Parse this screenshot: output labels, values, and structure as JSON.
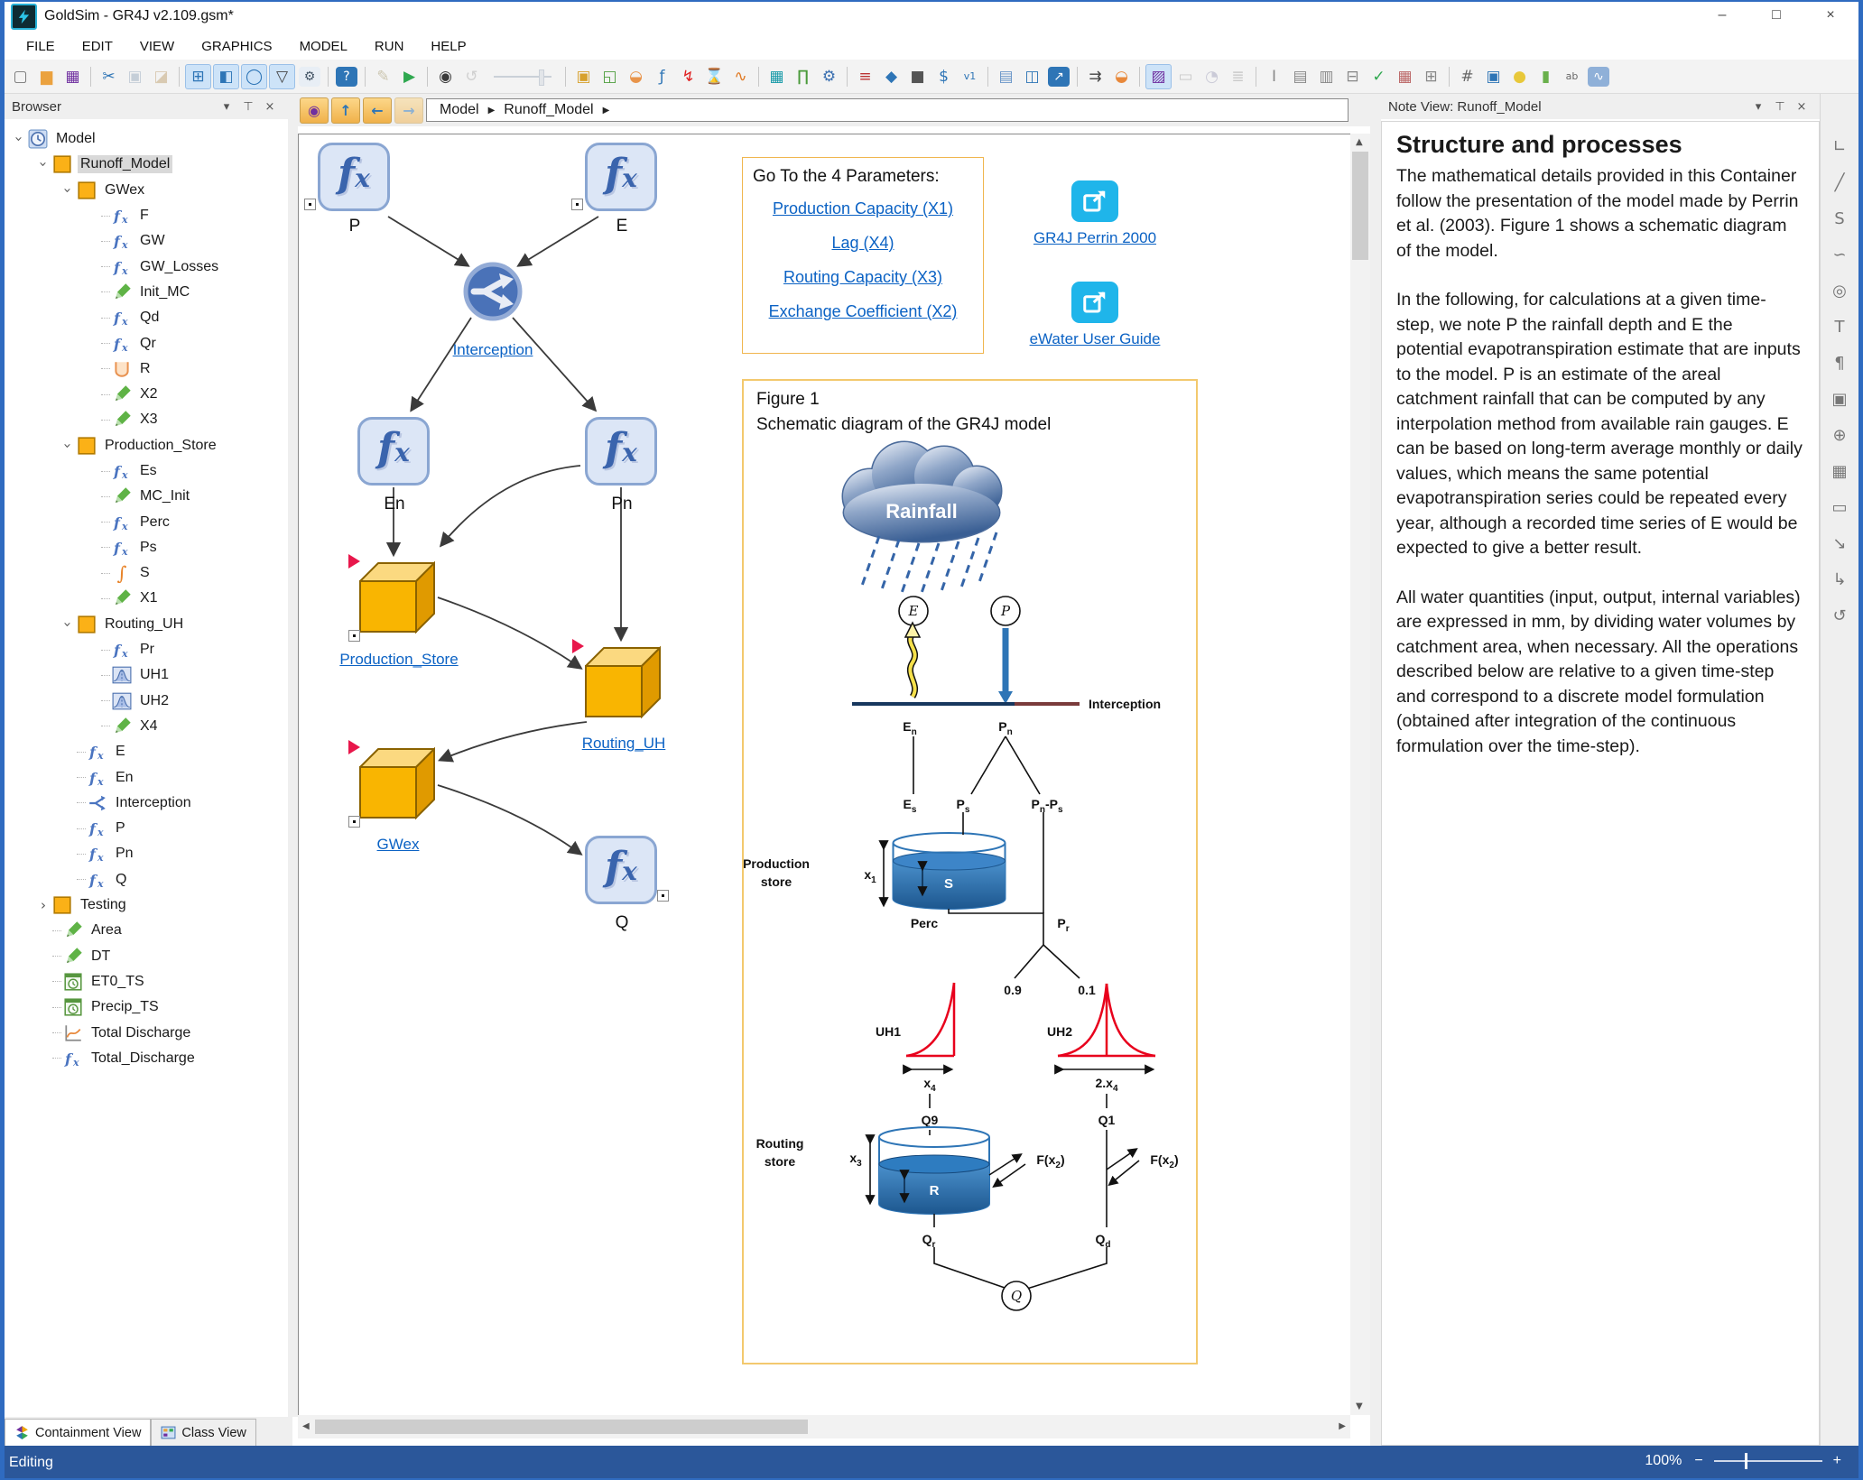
{
  "window": {
    "title": "GoldSim  - GR4J v2.109.gsm*",
    "minimize": "–",
    "maximize": "□",
    "close": "×"
  },
  "menu_bar": {
    "items": [
      "FILE",
      "EDIT",
      "VIEW",
      "GRAPHICS",
      "MODEL",
      "RUN",
      "HELP"
    ]
  },
  "colors": {
    "accent_blue": "#2b579a",
    "hyperlink": "#0b62c4",
    "container_orange": "#f9b501",
    "run_green": "#2fa84f",
    "event_red": "#e02020",
    "link_cyan": "#1fb5ea",
    "gold_border": "#f0b64f",
    "cube_front": "#f9b501",
    "uh_curve_red": "#e8001c"
  },
  "toolbar": {
    "items": [
      {
        "name": "new-document-icon",
        "glyph": "▢",
        "fg": "#777"
      },
      {
        "name": "open-folder-icon",
        "glyph": "▆",
        "fg": "#eba23f"
      },
      {
        "name": "save-icon",
        "glyph": "▦",
        "fg": "#7030a0"
      },
      {
        "sep": true
      },
      {
        "name": "cut-icon",
        "glyph": "✂",
        "fg": "#2e75b6"
      },
      {
        "name": "copy-icon",
        "glyph": "▣",
        "fg": "#7d93ad",
        "disabled": true
      },
      {
        "name": "paste-icon",
        "glyph": "◪",
        "fg": "#b08a4a",
        "disabled": true
      },
      {
        "sep": true
      },
      {
        "name": "browser-panel-icon",
        "glyph": "⊞",
        "fg": "#2e75b6",
        "pressed": true
      },
      {
        "name": "note-panel-icon",
        "glyph": "◧",
        "fg": "#2e75b6",
        "pressed": true
      },
      {
        "name": "zoom-tool-icon",
        "glyph": "◯",
        "fg": "#2e75b6",
        "pressed": true
      },
      {
        "name": "filter-icon",
        "glyph": "▽",
        "fg": "#444",
        "pressed": true
      },
      {
        "name": "options-gear-icon",
        "glyph": "⚙",
        "fg": "#456",
        "chip": "#e8eef5"
      },
      {
        "sep": true
      },
      {
        "name": "help-icon",
        "glyph": "?",
        "fg": "#fff",
        "chip": "#2e75b6"
      },
      {
        "sep": true
      },
      {
        "name": "edit-appearance-icon",
        "glyph": "✎",
        "fg": "#8a7a40",
        "disabled": true
      },
      {
        "name": "run-model-icon",
        "glyph": "▶",
        "fg": "#2fa84f"
      },
      {
        "sep": true
      },
      {
        "name": "end-run-icon",
        "glyph": "◉",
        "fg": "#3a3a3a"
      },
      {
        "name": "reset-run-icon",
        "glyph": "↺",
        "fg": "#999",
        "disabled": true
      },
      {
        "name": "time-slider",
        "slider": true,
        "disabled": true
      },
      {
        "sep": true
      },
      {
        "name": "container-element-icon",
        "glyph": "▣",
        "fg": "#d7a12c"
      },
      {
        "name": "subsystem-element-icon",
        "glyph": "◱",
        "fg": "#4f9e3f"
      },
      {
        "name": "stock-element-icon",
        "glyph": "◒",
        "fg": "#e8944a"
      },
      {
        "name": "expression-element-icon",
        "glyph": "ƒ",
        "fg": "#2e75b6"
      },
      {
        "name": "event-element-icon",
        "glyph": "↯",
        "fg": "#e02020"
      },
      {
        "name": "delay-element-icon",
        "glyph": "⌛",
        "fg": "#666"
      },
      {
        "name": "lookup-element-icon",
        "glyph": "∿",
        "fg": "#e07820"
      },
      {
        "sep": true
      },
      {
        "name": "submodel-element-icon",
        "glyph": "▦",
        "fg": "#189aa8"
      },
      {
        "name": "pool-element-icon",
        "glyph": "∏",
        "fg": "#4a9a3a"
      },
      {
        "name": "trigger-element-icon",
        "glyph": "⚙",
        "fg": "#3a6fb0"
      },
      {
        "sep": true
      },
      {
        "name": "list-element-icon",
        "glyph": "≡",
        "fg": "#b33"
      },
      {
        "name": "note-tag-icon",
        "glyph": "◆",
        "fg": "#2e75b6"
      },
      {
        "name": "case-element-icon",
        "glyph": "■",
        "fg": "#555"
      },
      {
        "name": "financial-element-icon",
        "glyph": "$",
        "fg": "#2e75b6"
      },
      {
        "name": "version-element-icon",
        "glyph": "v1",
        "fg": "#2e75b6"
      },
      {
        "sep": true
      },
      {
        "name": "arrange-icon",
        "glyph": "▤",
        "fg": "#6a96c8"
      },
      {
        "name": "split-container-icon",
        "glyph": "◫",
        "fg": "#2e75b6"
      },
      {
        "name": "result-chart-icon",
        "glyph": "↗",
        "fg": "#fff",
        "chip": "#2e75b6"
      },
      {
        "sep": true
      },
      {
        "name": "indent-list-icon",
        "glyph": "⇉",
        "fg": "#444"
      },
      {
        "name": "database-icon",
        "glyph": "◒",
        "fg": "#e8883a"
      },
      {
        "sep": true
      },
      {
        "name": "insert-image-icon",
        "glyph": "▨",
        "fg": "#7030a0",
        "pressed": true
      },
      {
        "name": "insert-rectangle-icon",
        "glyph": "▭",
        "fg": "#888",
        "disabled": true
      },
      {
        "name": "insert-clock-icon",
        "glyph": "◔",
        "fg": "#88a",
        "disabled": true
      },
      {
        "name": "insert-numbered-list-icon",
        "glyph": "≣",
        "fg": "#888",
        "disabled": true
      },
      {
        "sep": true
      },
      {
        "name": "control-textbox-icon",
        "glyph": "I",
        "fg": "#888"
      },
      {
        "name": "control-listbox-icon",
        "glyph": "▤",
        "fg": "#888"
      },
      {
        "name": "control-combobox-icon",
        "glyph": "▥",
        "fg": "#888"
      },
      {
        "name": "control-slider-icon",
        "glyph": "⊟",
        "fg": "#888"
      },
      {
        "name": "control-checkbox-icon",
        "glyph": "✓",
        "fg": "#2fa84f"
      },
      {
        "name": "control-datepicker-icon",
        "glyph": "▦",
        "fg": "#b66"
      },
      {
        "name": "control-grid-icon",
        "glyph": "⊞",
        "fg": "#888"
      },
      {
        "sep": true
      },
      {
        "name": "display-number-icon",
        "glyph": "#",
        "fg": "#666"
      },
      {
        "name": "display-digital-icon",
        "glyph": "▣",
        "fg": "#2e75b6"
      },
      {
        "name": "indicator-bulb-icon",
        "glyph": "●",
        "fg": "#e8c83a"
      },
      {
        "name": "status-display-icon",
        "glyph": "▮",
        "fg": "#6ab04c"
      },
      {
        "name": "text-display-icon",
        "glyph": "ab",
        "fg": "#666"
      },
      {
        "name": "chart-display-icon",
        "glyph": "∿",
        "fg": "#fff",
        "chip": "#8fb0d8"
      }
    ]
  },
  "browser_panel": {
    "title": "Browser",
    "header_icons": {
      "dropdown": "▾",
      "pin": "⊤",
      "close": "×"
    },
    "tree": [
      {
        "label": "Model",
        "type": "model",
        "depth": 0,
        "expander": "open"
      },
      {
        "label": "Runoff_Model",
        "type": "container",
        "depth": 1,
        "expander": "open",
        "selected": true
      },
      {
        "label": "GWex",
        "type": "container",
        "depth": 2,
        "expander": "open"
      },
      {
        "label": "F",
        "type": "fx",
        "depth": 3
      },
      {
        "label": "GW",
        "type": "fx",
        "depth": 3
      },
      {
        "label": "GW_Losses",
        "type": "fx",
        "depth": 3
      },
      {
        "label": "Init_MC",
        "type": "data",
        "depth": 3
      },
      {
        "label": "Qd",
        "type": "fx",
        "depth": 3
      },
      {
        "label": "Qr",
        "type": "fx",
        "depth": 3
      },
      {
        "label": "R",
        "type": "reservoir",
        "depth": 3
      },
      {
        "label": "X2",
        "type": "data",
        "depth": 3
      },
      {
        "label": "X3",
        "type": "data",
        "depth": 3
      },
      {
        "label": "Production_Store",
        "type": "container",
        "depth": 2,
        "expander": "open"
      },
      {
        "label": "Es",
        "type": "fx",
        "depth": 3
      },
      {
        "label": "MC_Init",
        "type": "data",
        "depth": 3
      },
      {
        "label": "Perc",
        "type": "fx",
        "depth": 3
      },
      {
        "label": "Ps",
        "type": "fx",
        "depth": 3
      },
      {
        "label": "S",
        "type": "integrator",
        "depth": 3
      },
      {
        "label": "X1",
        "type": "data",
        "depth": 3
      },
      {
        "label": "Routing_UH",
        "type": "container",
        "depth": 2,
        "expander": "open"
      },
      {
        "label": "Pr",
        "type": "fx",
        "depth": 3
      },
      {
        "label": "UH1",
        "type": "distribution",
        "depth": 3
      },
      {
        "label": "UH2",
        "type": "distribution",
        "depth": 3
      },
      {
        "label": "X4",
        "type": "data",
        "depth": 3
      },
      {
        "label": "E",
        "type": "fx",
        "depth": 2
      },
      {
        "label": "En",
        "type": "fx",
        "depth": 2
      },
      {
        "label": "Interception",
        "type": "splitter",
        "depth": 2
      },
      {
        "label": "P",
        "type": "fx",
        "depth": 2
      },
      {
        "label": "Pn",
        "type": "fx",
        "depth": 2
      },
      {
        "label": "Q",
        "type": "fx",
        "depth": 2
      },
      {
        "label": "Testing",
        "type": "container",
        "depth": 1,
        "expander": "closed"
      },
      {
        "label": "Area",
        "type": "data",
        "depth": 1
      },
      {
        "label": "DT",
        "type": "data",
        "depth": 1
      },
      {
        "label": "ET0_TS",
        "type": "timeseries",
        "depth": 1
      },
      {
        "label": "Precip_TS",
        "type": "timeseries",
        "depth": 1
      },
      {
        "label": "Total Discharge",
        "type": "result",
        "depth": 1
      },
      {
        "label": "Total_Discharge",
        "type": "fx",
        "depth": 1
      }
    ],
    "tabs": [
      {
        "label": "Containment View",
        "icon": "containment-view-icon",
        "active": true
      },
      {
        "label": "Class View",
        "icon": "class-view-icon",
        "active": false
      }
    ]
  },
  "canvas": {
    "nav": {
      "buttons": [
        {
          "name": "top-level-button",
          "glyph": "◉",
          "fg": "#7030a0"
        },
        {
          "name": "up-container-button",
          "glyph": "↑",
          "fg": "#2e75b6"
        },
        {
          "name": "back-button",
          "glyph": "←",
          "fg": "#2e75b6"
        },
        {
          "name": "forward-button",
          "glyph": "→",
          "fg": "#2e75b6",
          "disabled": true
        }
      ],
      "breadcrumb": {
        "items": [
          "Model",
          "Runoff_Model"
        ],
        "separator": "▶"
      }
    },
    "nodes": {
      "p": "P",
      "e": "E",
      "interception": "Interception",
      "en": "En",
      "pn": "Pn",
      "production_store": "Production_Store",
      "routing_uh": "Routing_UH",
      "gwex": "GWex",
      "q": "Q"
    },
    "goto_box": {
      "title": "Go To the 4 Parameters:",
      "links": [
        "Production Capacity (X1)",
        "Lag (X4)",
        "Routing Capacity (X3)",
        "Exchange Coefficient (X2)"
      ]
    },
    "resources": [
      {
        "label": "GR4J Perrin 2000",
        "icon": "external-link-icon"
      },
      {
        "label": "eWater User Guide",
        "icon": "external-link-icon"
      }
    ],
    "figure": {
      "title_line1": "Figure 1",
      "title_line2": "Schematic diagram of the GR4J model",
      "labels": {
        "rainfall": "Rainfall",
        "e": "E",
        "p": "P",
        "interception": "Interception",
        "en": "E_n",
        "pn": "P_n",
        "es": "E_s",
        "ps": "P_s",
        "pnps": "P_n-P_s",
        "prod1": "Production",
        "prod2": "store",
        "x1": "x_1",
        "s": "S",
        "perc": "Perc",
        "pr": "P_r",
        "f09": "0.9",
        "f01": "0.1",
        "uh1": "UH1",
        "uh2": "UH2",
        "x4": "x_4",
        "x42": "2.x_4",
        "q9": "Q9",
        "q1": "Q1",
        "rout1": "Routing",
        "rout2": "store",
        "x3": "x_3",
        "r": "R",
        "fx2a": "F(x_2)",
        "fx2b": "F(x_2)",
        "qr": "Q_r",
        "qd": "Q_d",
        "q": "Q"
      }
    }
  },
  "note_panel": {
    "title": "Note View: Runoff_Model",
    "header_icons": {
      "dropdown": "▾",
      "pin": "⊤",
      "close": "×"
    },
    "heading": "Structure and processes",
    "paragraphs": [
      "The mathematical details provided in this Container follow the presentation of the model made by Perrin et al. (2003). Figure 1 shows a schematic diagram of the model.",
      "In the following, for calculations at a given time-step, we note P the rainfall depth and E the potential evapotranspiration estimate that are inputs to the model. P is an estimate of the areal catchment rainfall that can be computed by any interpolation method from available rain gauges. E can be based on long-term average monthly or daily values, which means the same potential evapotranspiration series could be repeated every year, although a recorded time series of E would be expected to give a better result.",
      "All water quantities (input, output, internal variables) are expressed in mm, by dividing water volumes by catchment area, when necessary. All the operations described below are relative to a given time-step and correspond to a discrete model formulation (obtained after integration of the continuous formulation over the time-step)."
    ]
  },
  "right_toolbar": {
    "icons": [
      {
        "name": "connector-tool-icon",
        "glyph": "∟"
      },
      {
        "name": "line-tool-icon",
        "glyph": "╱"
      },
      {
        "name": "spline-tool-icon",
        "glyph": "S"
      },
      {
        "name": "scribble-tool-icon",
        "glyph": "∽"
      },
      {
        "name": "ellipse-tool-icon",
        "glyph": "◎"
      },
      {
        "name": "text-tool-icon",
        "glyph": "T"
      },
      {
        "name": "paragraph-tool-icon",
        "glyph": "¶"
      },
      {
        "name": "image-tool-icon",
        "glyph": "▣"
      },
      {
        "name": "globe-tool-icon",
        "glyph": "⊕"
      },
      {
        "name": "table-tool-icon",
        "glyph": "▦"
      },
      {
        "name": "frame-tool-icon",
        "glyph": "▭"
      },
      {
        "name": "arrow-tool-icon",
        "glyph": "↘"
      },
      {
        "name": "elbow-arrow-tool-icon",
        "glyph": "↳"
      },
      {
        "name": "rotate-tool-icon",
        "glyph": "↺"
      }
    ]
  },
  "scrollbars": {
    "up": "▲",
    "down": "▼",
    "left": "◀",
    "right": "▶"
  },
  "status_bar": {
    "mode": "Editing",
    "zoom": "100%",
    "zoom_minus": "−",
    "zoom_plus": "+"
  }
}
